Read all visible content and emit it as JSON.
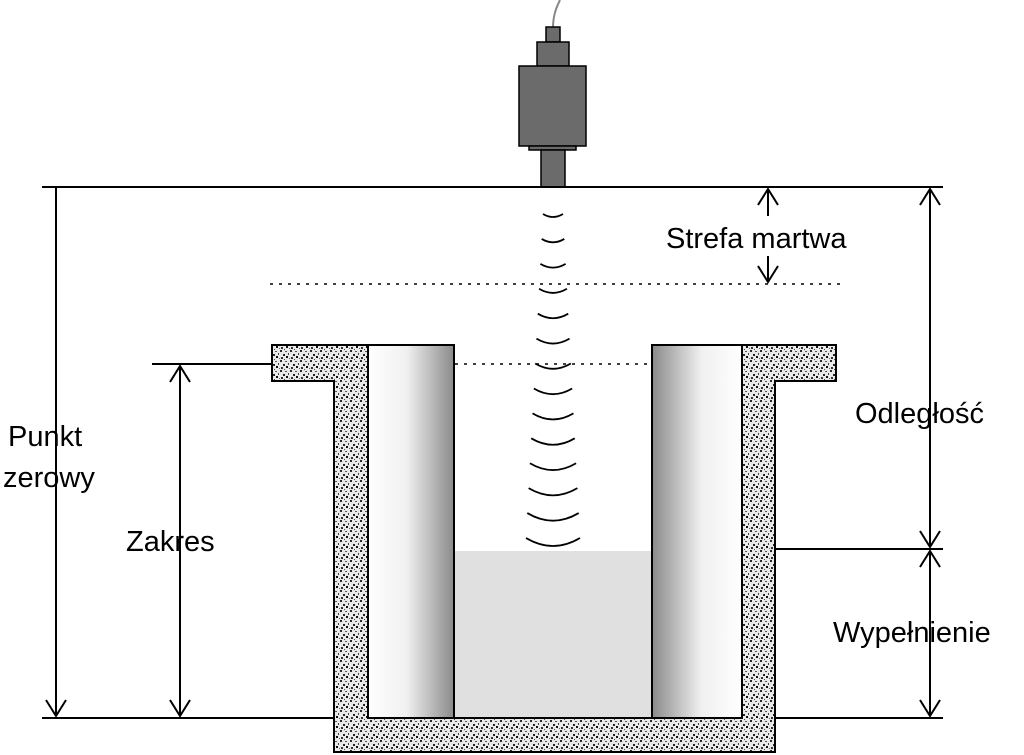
{
  "labels": {
    "dead_zone": "Strefa martwa",
    "zero_point_line1": "Punkt",
    "zero_point_line2": "zerowy",
    "range": "Zakres",
    "distance": "Odległość",
    "fill": "Wypełnienie"
  },
  "colors": {
    "sensor_body": "#6b6b6b",
    "liquid": "#e0e0e0",
    "concrete_light": "#e9e9e9",
    "concrete_dark": "#2a2a2a",
    "wall_gradient_light": "#ffffff",
    "wall_gradient_dark": "#8a8a8a"
  },
  "icons": {
    "sensor": "ultrasonic-sensor-icon",
    "waves": "sound-wave-arcs"
  }
}
